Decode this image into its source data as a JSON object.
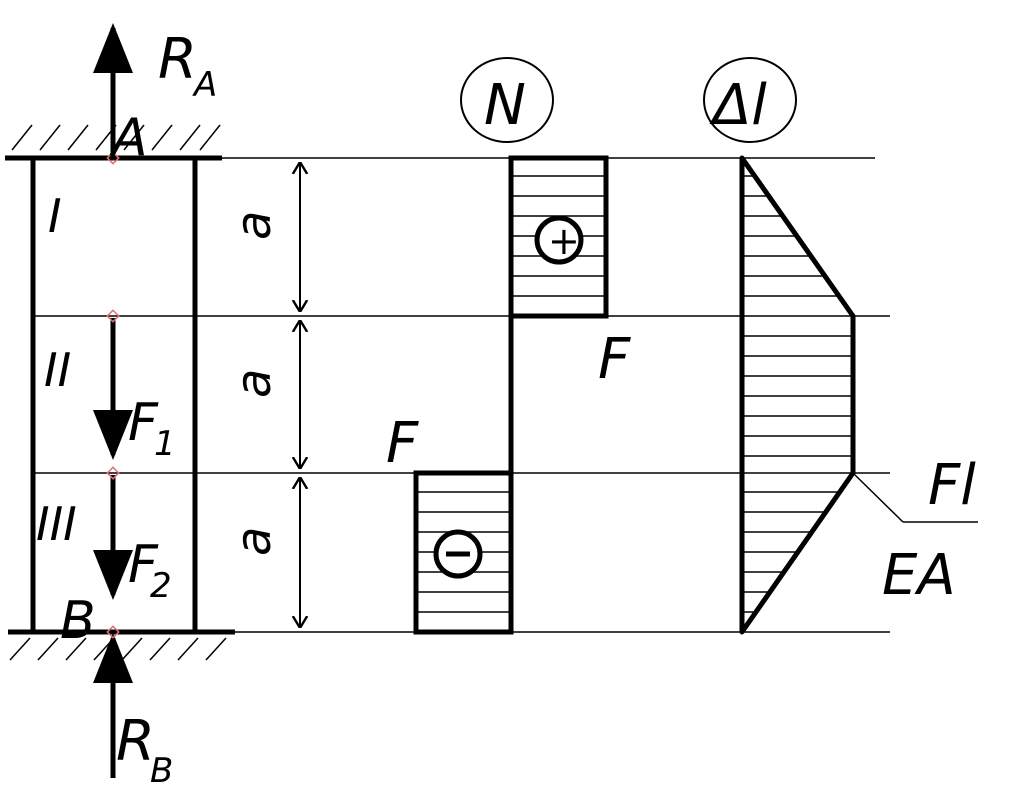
{
  "labels": {
    "RA": "R",
    "RA_sub": "A",
    "A": "A",
    "B": "B",
    "RB": "R",
    "RB_sub": "B",
    "F1": "F",
    "F1_sub": "1",
    "F2": "F",
    "F2_sub": "2",
    "seg1": "I",
    "seg2": "II",
    "seg3": "III",
    "dim1": "a",
    "dim2": "a",
    "dim3": "a"
  },
  "N_diagram": {
    "title": "N",
    "plus_sign": "+",
    "minus_sign": "−",
    "upper_value": "F",
    "lower_value": "F"
  },
  "dl_diagram": {
    "title": "Δl",
    "value_numerator": "Fl",
    "value_denominator": "EA"
  }
}
